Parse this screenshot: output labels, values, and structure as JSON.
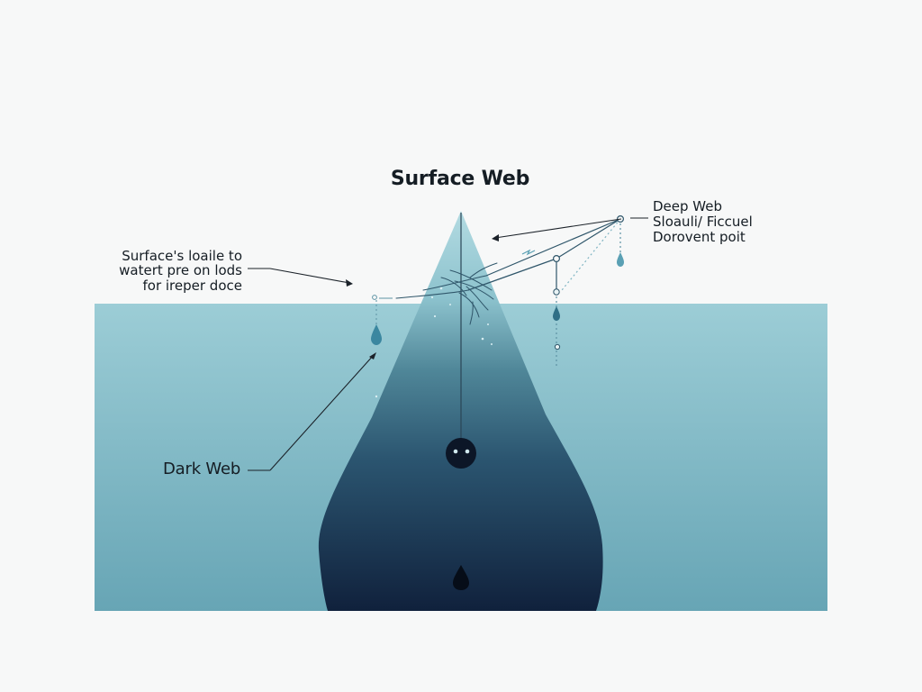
{
  "diagram": {
    "title": "Surface Web",
    "left_note": {
      "line1": "Surface's loaile to",
      "line2": "watert pre on lods",
      "line3": "for ireper doce"
    },
    "deep_web": {
      "line1": "Deep Web",
      "line2": "Sloauli/ Ficcuel",
      "line3": "Dorovent poit"
    },
    "dark_web_label": "Dark Web",
    "colors": {
      "background": "#f7f8f8",
      "water_top": "#9ccdd6",
      "water_bottom": "#67a5b5",
      "cone_top": "#a8d4dc",
      "cone_mid": "#3f7489",
      "cone_bottom": "#10213c",
      "connector": "#2f566a",
      "annotation_line": "#1b2229"
    }
  }
}
